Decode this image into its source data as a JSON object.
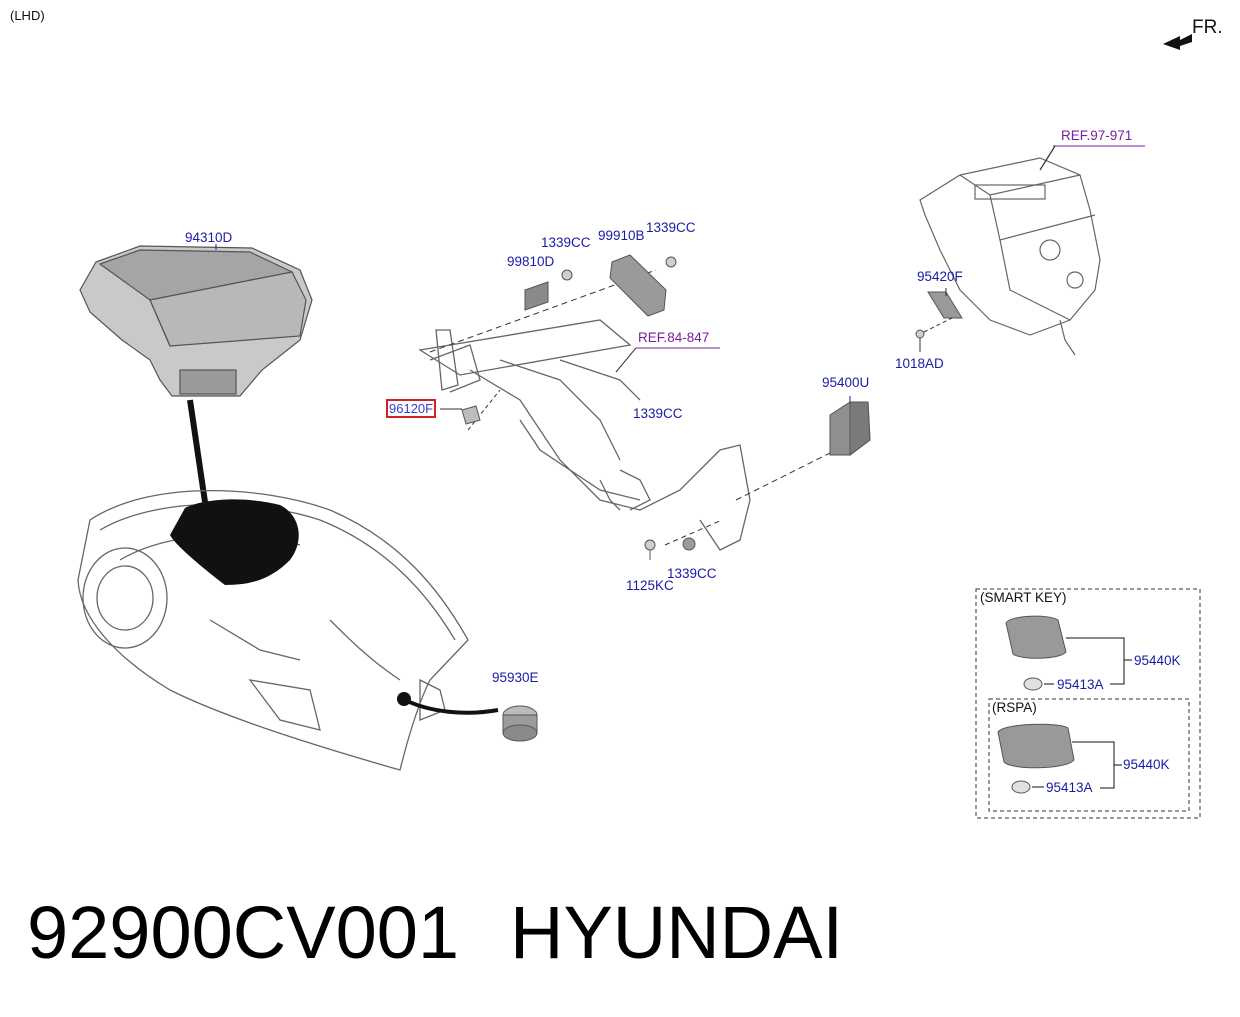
{
  "header": {
    "variant": "(LHD)",
    "direction": "FR."
  },
  "parts": {
    "p94310D": "94310D",
    "p1339CC_a": "1339CC",
    "p99910B": "99910B",
    "p1339CC_b": "1339CC",
    "p99810D": "99810D",
    "p96120F": "96120F",
    "p1339CC_c": "1339CC",
    "p95400U": "95400U",
    "p1125KC": "1125KC",
    "p1339CC_d": "1339CC",
    "p95420F": "95420F",
    "p1018AD": "1018AD",
    "p95930E": "95930E"
  },
  "refs": {
    "ref97": "REF.97-971",
    "ref84": "REF.84-847"
  },
  "smart_key": {
    "title": "(SMART KEY)",
    "key": "95440K",
    "battery": "95413A"
  },
  "rspa": {
    "title": "(RSPA)",
    "key": "95440K",
    "battery": "95413A"
  },
  "footer": {
    "part_number": "92900CV001",
    "brand": "HYUNDAI"
  },
  "icons": [
    "front-arrow-icon"
  ],
  "colors": {
    "part_number": "#1a1aa6",
    "reference": "#7a1f9c",
    "highlight_border": "#d42020",
    "footer_text": "#000000"
  }
}
